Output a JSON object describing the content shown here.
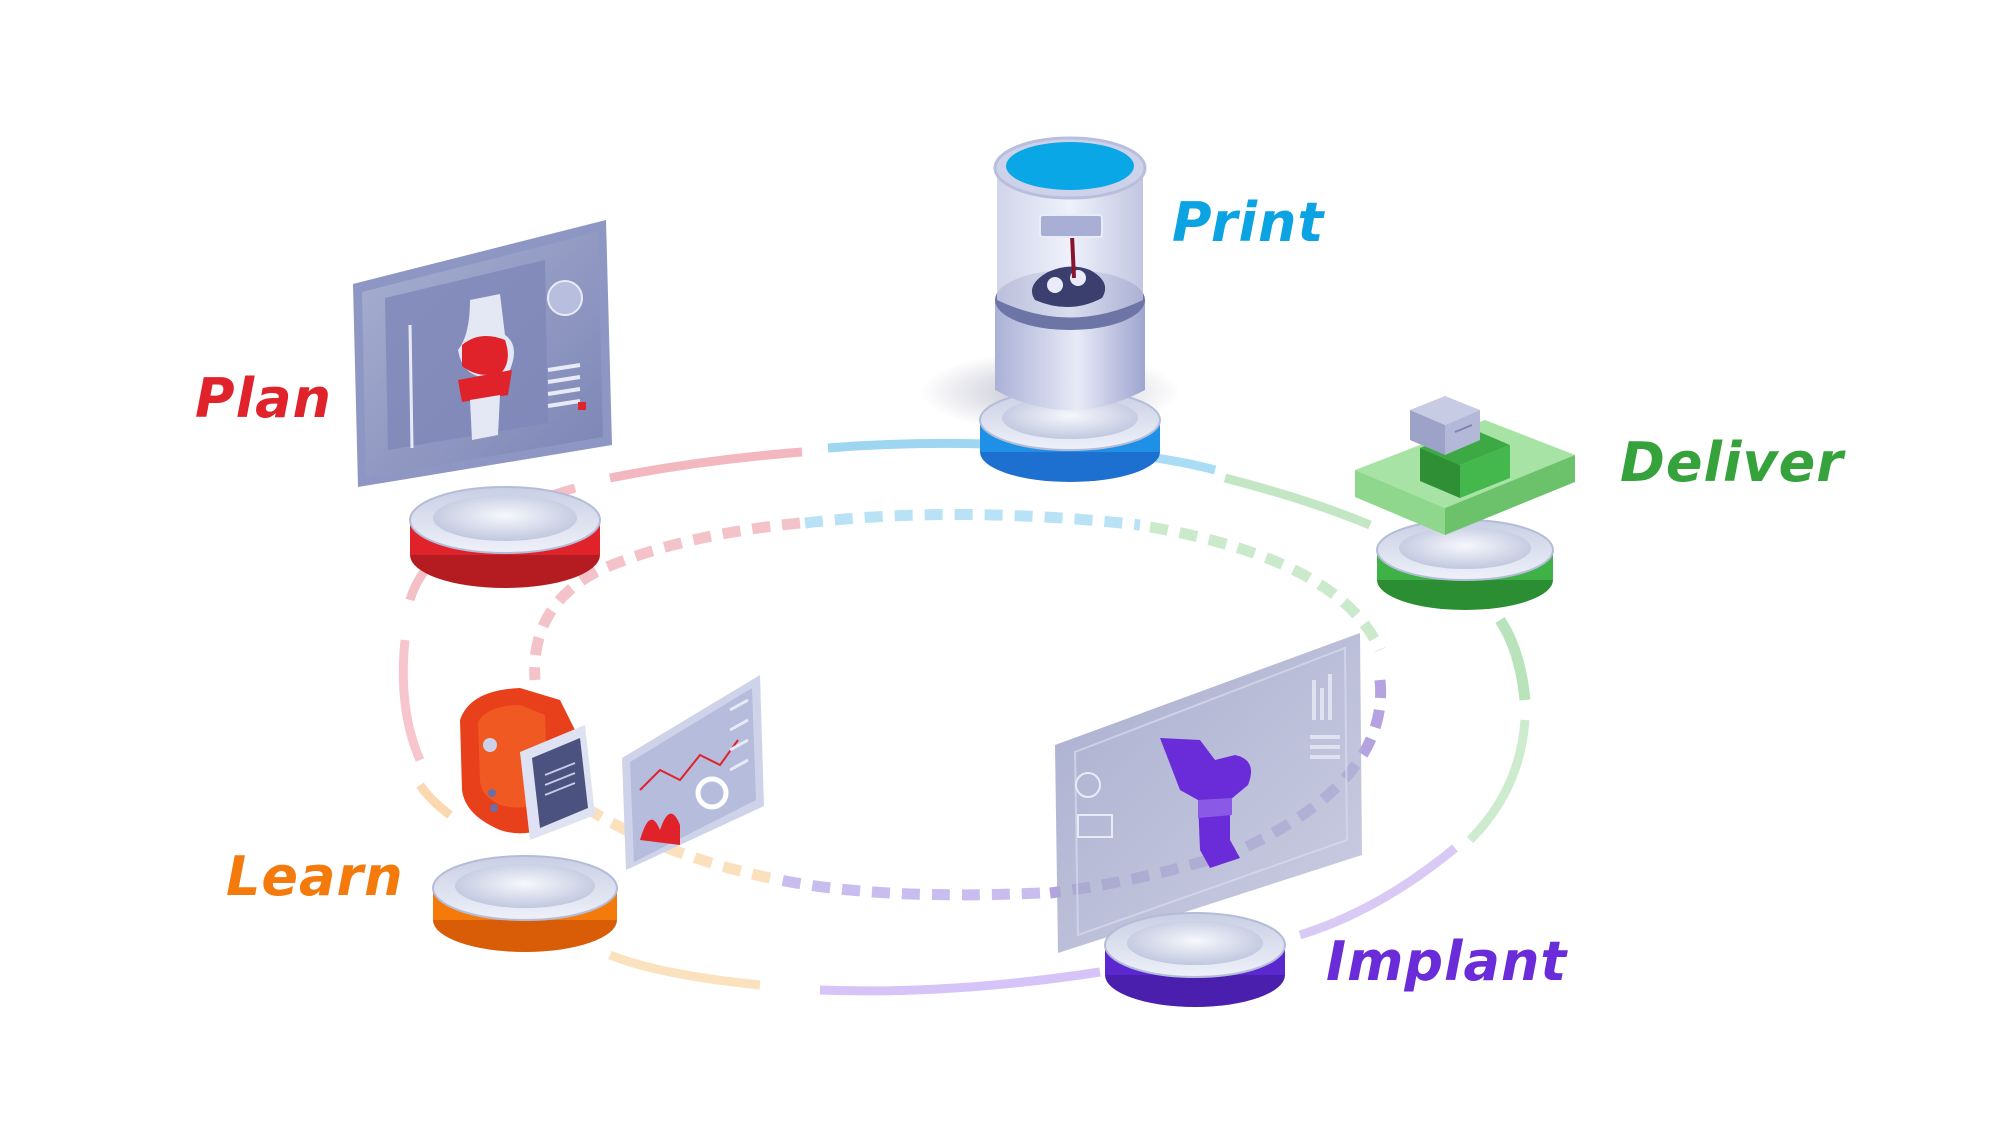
{
  "stages": {
    "plan": {
      "label": "Plan",
      "color": "#e0232b"
    },
    "print": {
      "label": "Print",
      "color": "#0ba3e2"
    },
    "deliver": {
      "label": "Deliver",
      "color": "#35a23c"
    },
    "implant": {
      "label": "Implant",
      "color": "#6a2bd8"
    },
    "learn": {
      "label": "Learn",
      "color": "#f47a0c"
    }
  },
  "icons": {
    "plan": "tablet-knee-scan-icon",
    "print": "3d-printer-icon",
    "deliver": "package-boxes-icon",
    "implant": "knee-implant-screen-icon",
    "learn": "smartwatch-analytics-icon"
  }
}
